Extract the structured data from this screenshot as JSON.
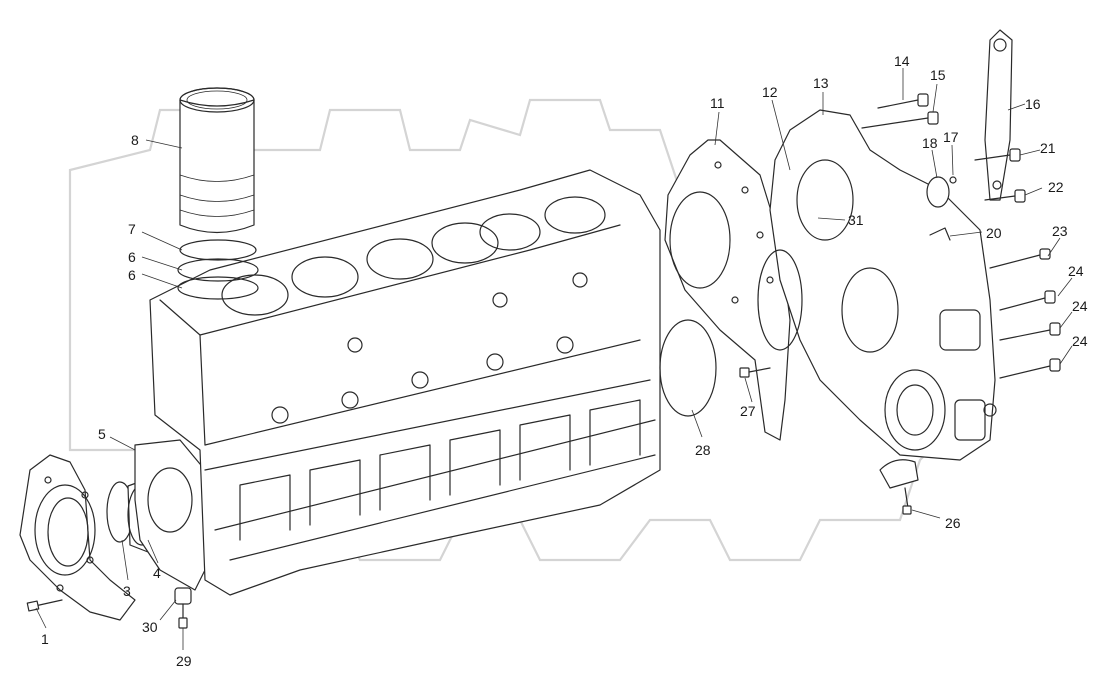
{
  "diagram": {
    "callouts": [
      {
        "label": "1"
      },
      {
        "label": "3"
      },
      {
        "label": "4"
      },
      {
        "label": "5"
      },
      {
        "label": "6"
      },
      {
        "label": "6"
      },
      {
        "label": "7"
      },
      {
        "label": "8"
      },
      {
        "label": "11"
      },
      {
        "label": "12"
      },
      {
        "label": "13"
      },
      {
        "label": "14"
      },
      {
        "label": "15"
      },
      {
        "label": "16"
      },
      {
        "label": "17"
      },
      {
        "label": "18"
      },
      {
        "label": "20"
      },
      {
        "label": "21"
      },
      {
        "label": "22"
      },
      {
        "label": "23"
      },
      {
        "label": "24"
      },
      {
        "label": "24"
      },
      {
        "label": "24"
      },
      {
        "label": "26"
      },
      {
        "label": "27"
      },
      {
        "label": "28"
      },
      {
        "label": "29"
      },
      {
        "label": "30"
      },
      {
        "label": "31"
      }
    ]
  }
}
